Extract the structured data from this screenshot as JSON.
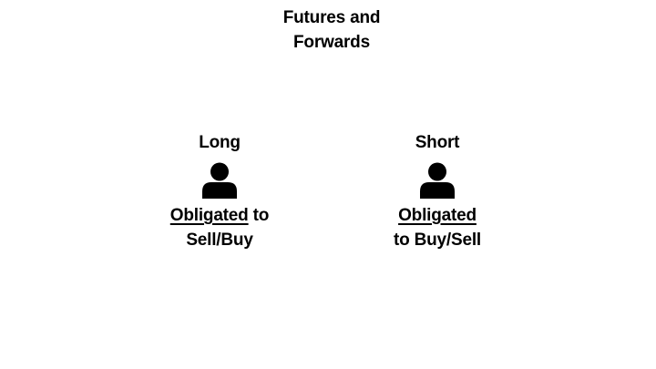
{
  "title": {
    "line1": "Futures and",
    "line2": "Forwards"
  },
  "parties": {
    "long": {
      "label": "Long",
      "icon": "person-icon",
      "caption_underlined": "Obligated",
      "caption_rest_line1": " to",
      "caption_line2": "Sell/Buy"
    },
    "short": {
      "label": "Short",
      "icon": "person-icon",
      "caption_underlined": "Obligated",
      "caption_line2": "to Buy/Sell"
    }
  }
}
